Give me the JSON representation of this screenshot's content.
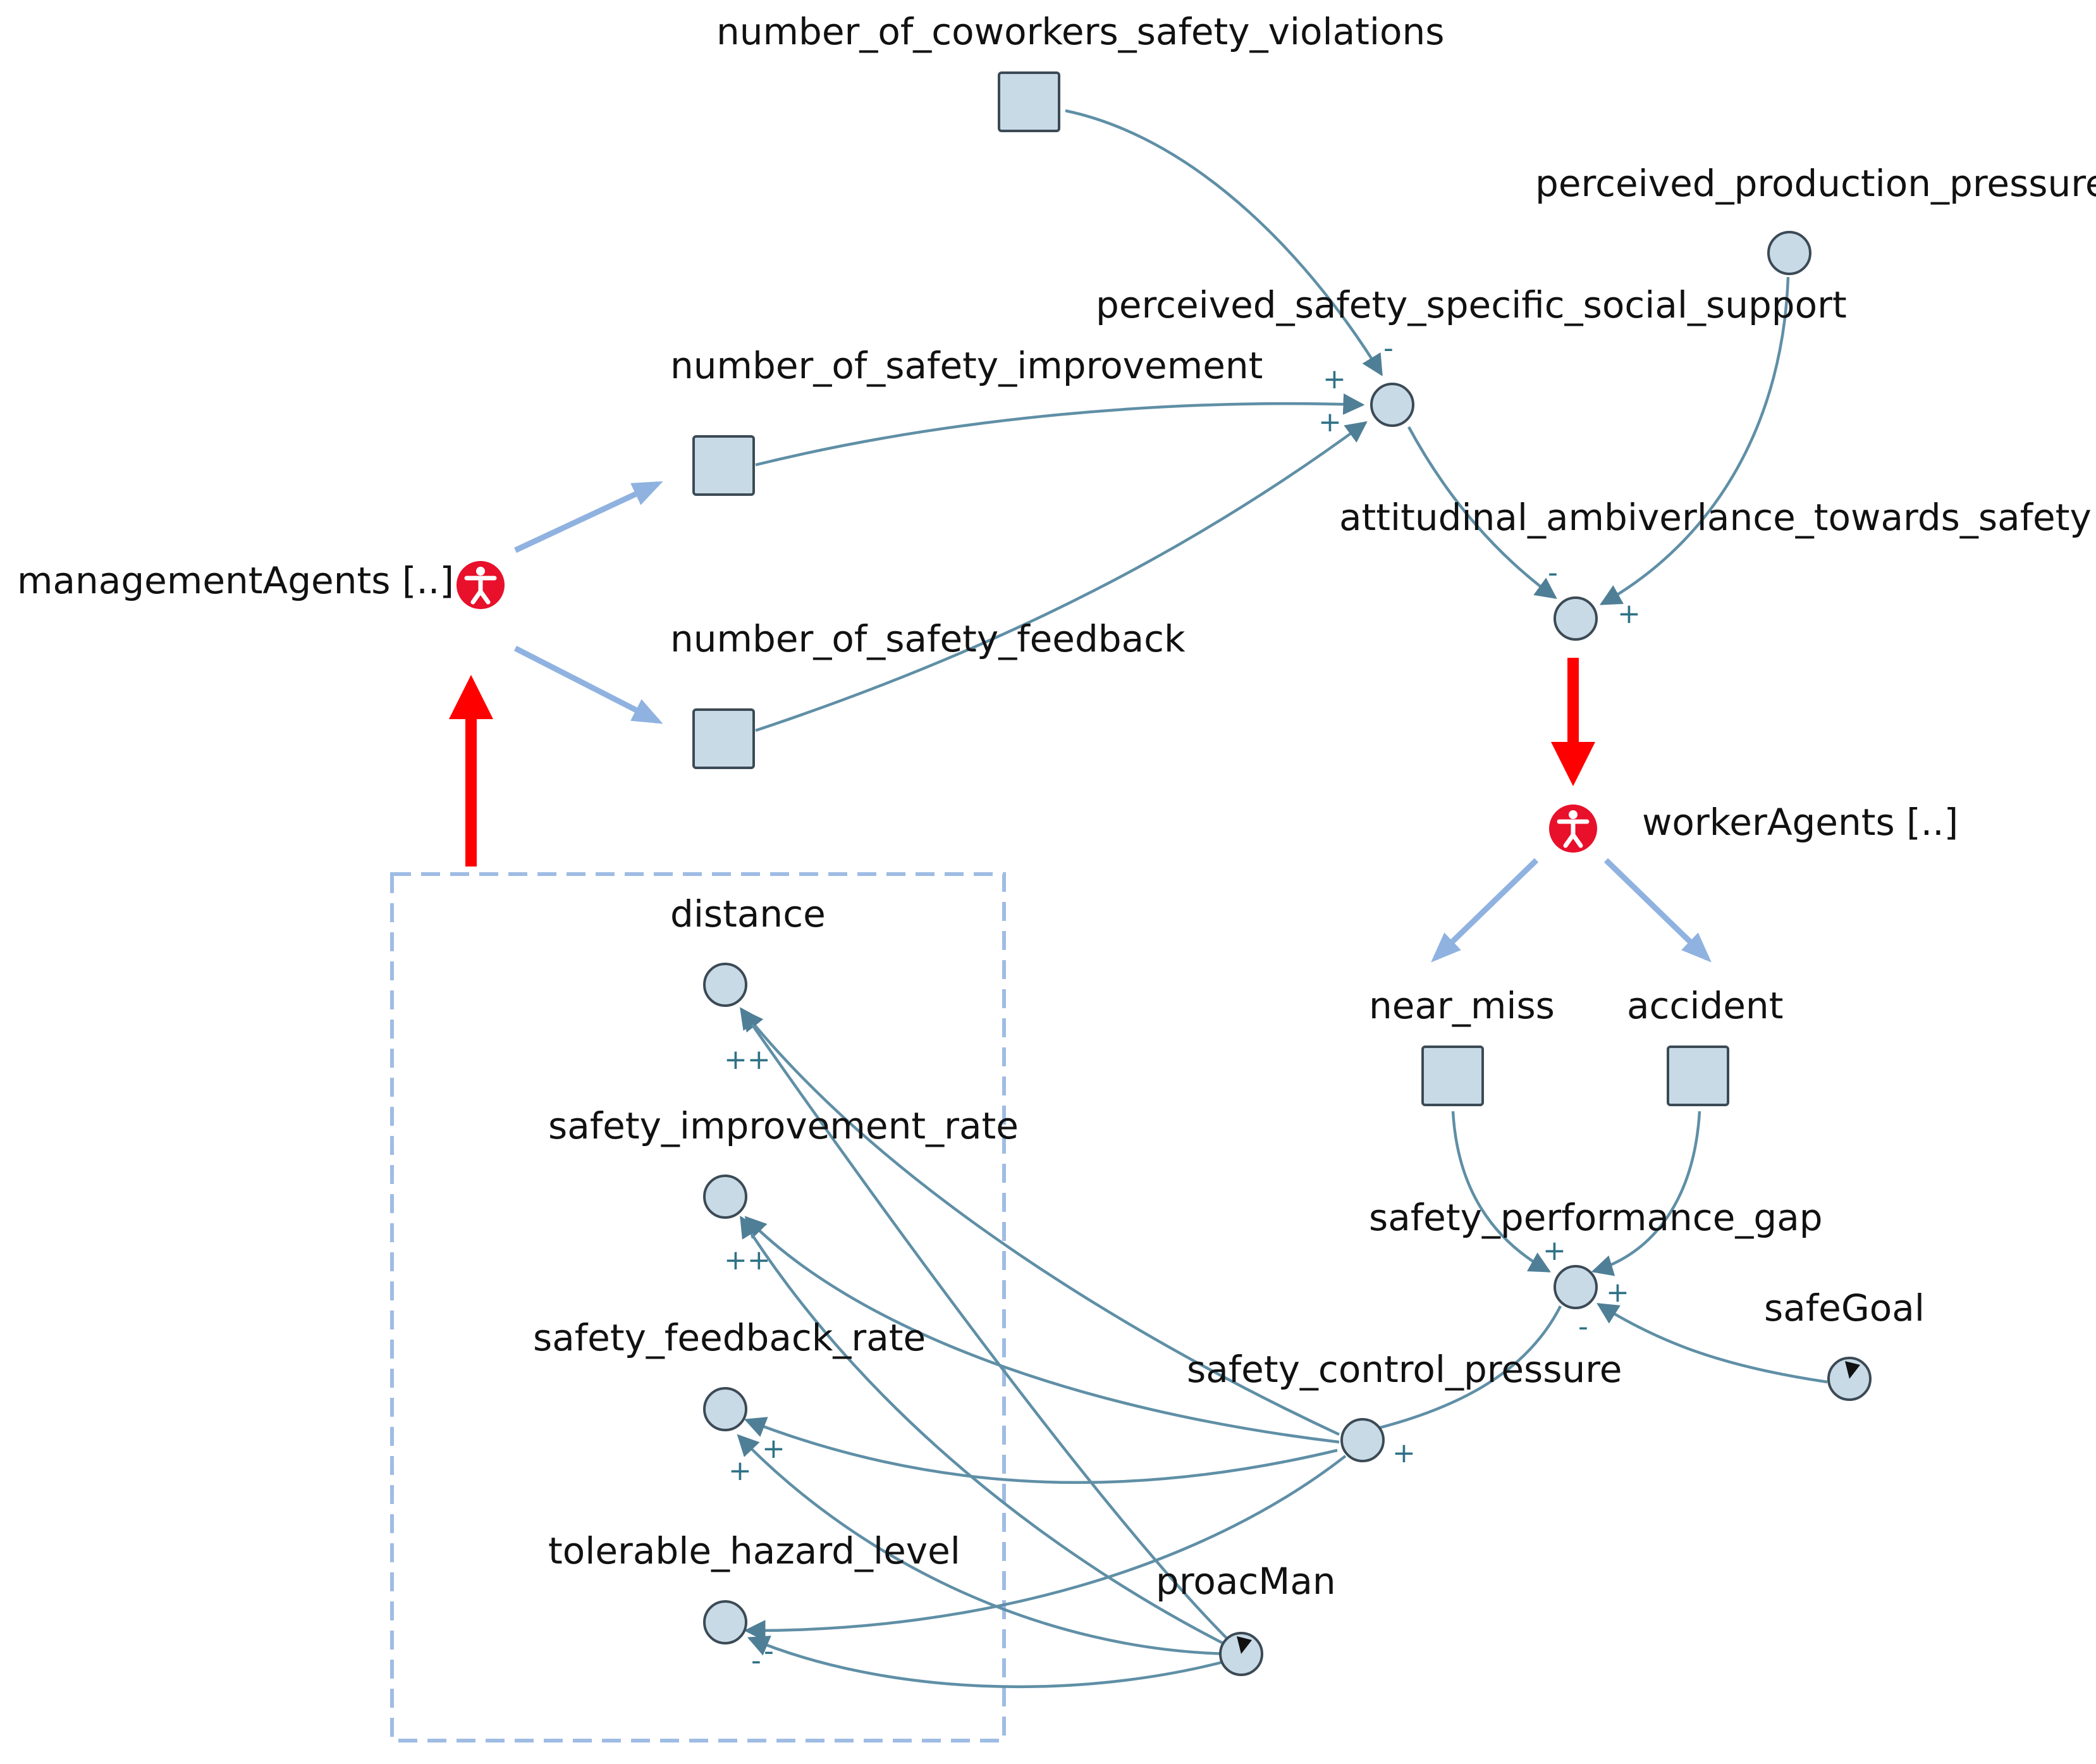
{
  "nodes": {
    "coworkers_violations": "number_of_coworkers_safety_violations",
    "production_pressure": "perceived_production_pressure",
    "social_support": "perceived_safety_specific_social_support",
    "safety_improvement": "number_of_safety_improvement",
    "ambivalence": "attitudinal_ambiverlance_towards_safety",
    "management_agents": "managementAgents [..]",
    "safety_feedback": "number_of_safety_feedback",
    "worker_agents": "workerAgents [..]",
    "distance": "distance",
    "near_miss": "near_miss",
    "accident": "accident",
    "improvement_rate": "safety_improvement_rate",
    "performance_gap": "safety_performance_gap",
    "safe_goal": "safeGoal",
    "feedback_rate": "safety_feedback_rate",
    "control_pressure": "safety_control_pressure",
    "hazard_level": "tolerable_hazard_level",
    "proac_man": "proacMan"
  },
  "signs": {
    "plus": "+",
    "minus": "-",
    "double_plus": "++"
  },
  "colors": {
    "link": "#5f8fa6",
    "flow": "#8fb2e0",
    "agent_link": "#ff0000",
    "node_fill": "#c8dae6",
    "agent_icon": "#e8102a"
  },
  "icons": {
    "agent": "person-icon",
    "parameter": "dial-icon"
  }
}
